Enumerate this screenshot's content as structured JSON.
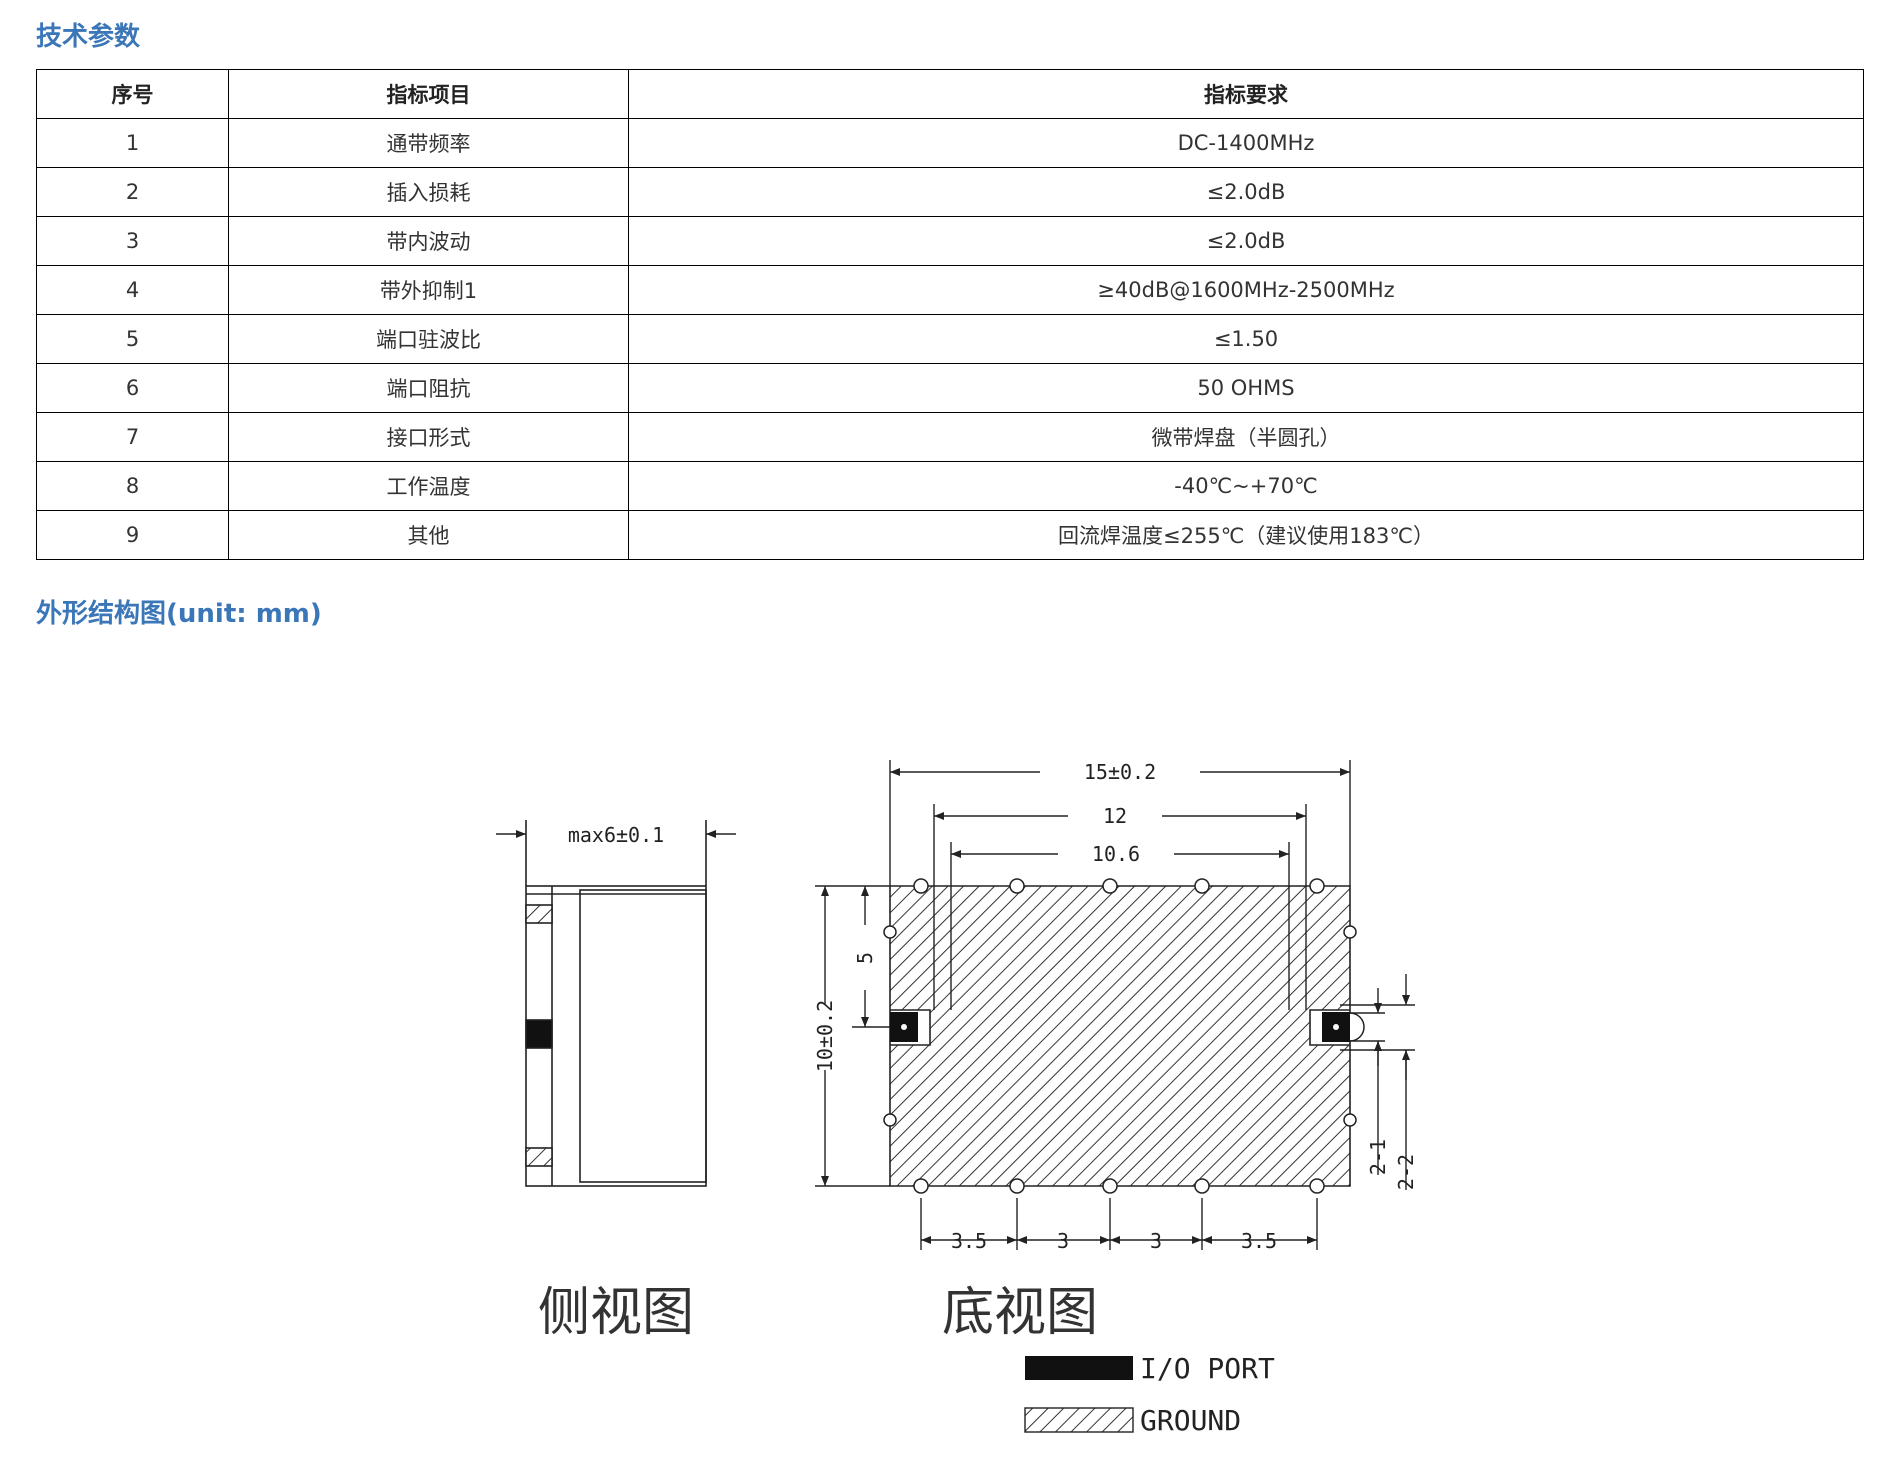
{
  "sections": {
    "params_title": "技术参数",
    "outline_title": "外形结构图(unit: mm)"
  },
  "table": {
    "headers": [
      "序号",
      "指标项目",
      "指标要求"
    ],
    "rows": [
      [
        "1",
        "通带频率",
        "DC-1400MHz"
      ],
      [
        "2",
        "插入损耗",
        "≤2.0dB"
      ],
      [
        "3",
        "带内波动",
        "≤2.0dB"
      ],
      [
        "4",
        "带外抑制1",
        "≥40dB@1600MHz-2500MHz"
      ],
      [
        "5",
        "端口驻波比",
        "≤1.50"
      ],
      [
        "6",
        "端口阻抗",
        "50 OHMS"
      ],
      [
        "7",
        "接口形式",
        "微带焊盘（半圆孔）"
      ],
      [
        "8",
        "工作温度",
        "-40℃~+70℃"
      ],
      [
        "9",
        "其他",
        "回流焊温度≤255℃（建议使用183℃）"
      ]
    ]
  },
  "drawing": {
    "side_width_label": "max6±0.1",
    "overall_width_label": "15±0.2",
    "pad_span_label": "12",
    "inner_span_label": "10.6",
    "height_label": "10±0.2",
    "port_offset_label": "5",
    "pitch_labels": [
      "3.5",
      "3",
      "3",
      "3.5"
    ],
    "port_dim_1": "2-1",
    "port_dim_2": "2-2",
    "side_view_caption": "侧视图",
    "bottom_view_caption": "底视图",
    "legend": {
      "io_port": "I/O PORT",
      "ground": "GROUND"
    }
  }
}
